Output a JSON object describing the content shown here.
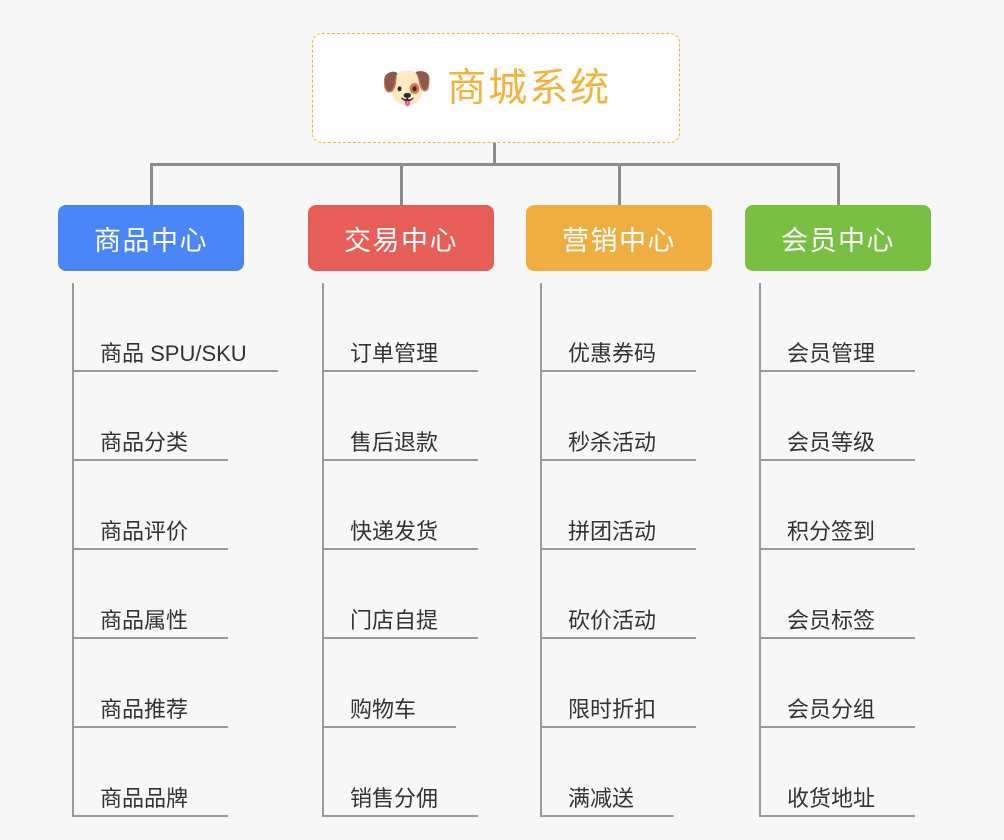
{
  "diagram": {
    "title": "商城系统",
    "type": "mindmap",
    "background_color": "#f7f7f7"
  },
  "root": {
    "label": "商城系统",
    "icon": "shiba-dog-face-emoji",
    "icon_glyph": "🐶",
    "text_color": "#f2b33d",
    "border_color": "#f0b429",
    "background_color": "#ffffff"
  },
  "connector": {
    "color": "#8c8c8c"
  },
  "branches": [
    {
      "label": "商品中心",
      "color": "#4a86f7",
      "items": [
        {
          "label": "商品 SPU/SKU",
          "underline_width": 204
        },
        {
          "label": "商品分类",
          "underline_width": 154
        },
        {
          "label": "商品评价",
          "underline_width": 154
        },
        {
          "label": "商品属性",
          "underline_width": 154
        },
        {
          "label": "商品推荐",
          "underline_width": 154
        },
        {
          "label": "商品品牌",
          "underline_width": 154
        }
      ]
    },
    {
      "label": "交易中心",
      "color": "#e75d58",
      "items": [
        {
          "label": "订单管理",
          "underline_width": 154
        },
        {
          "label": "售后退款",
          "underline_width": 154
        },
        {
          "label": "快递发货",
          "underline_width": 154
        },
        {
          "label": "门店自提",
          "underline_width": 154
        },
        {
          "label": "购物车",
          "underline_width": 132
        },
        {
          "label": "销售分佣",
          "underline_width": 154
        }
      ]
    },
    {
      "label": "营销中心",
      "color": "#eeae42",
      "items": [
        {
          "label": "优惠券码",
          "underline_width": 154
        },
        {
          "label": "秒杀活动",
          "underline_width": 154
        },
        {
          "label": "拼团活动",
          "underline_width": 154
        },
        {
          "label": "砍价活动",
          "underline_width": 154
        },
        {
          "label": "限时折扣",
          "underline_width": 154
        },
        {
          "label": "满减送",
          "underline_width": 132
        }
      ]
    },
    {
      "label": "会员中心",
      "color": "#78bf43",
      "items": [
        {
          "label": "会员管理",
          "underline_width": 154
        },
        {
          "label": "会员等级",
          "underline_width": 154
        },
        {
          "label": "积分签到",
          "underline_width": 154
        },
        {
          "label": "会员标签",
          "underline_width": 154
        },
        {
          "label": "会员分组",
          "underline_width": 154
        },
        {
          "label": "收货地址",
          "underline_width": 154
        }
      ]
    }
  ]
}
